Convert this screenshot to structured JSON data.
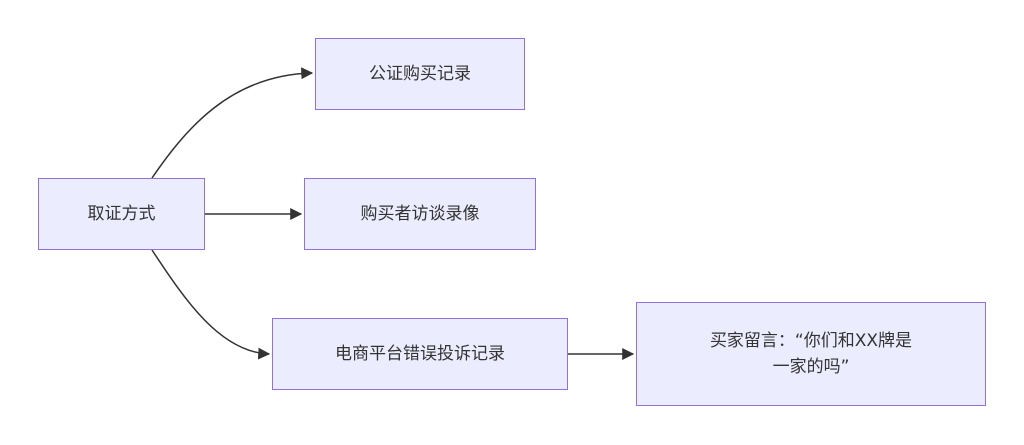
{
  "diagram": {
    "nodes": {
      "root": "取证方式",
      "a": "公证购买记录",
      "b": "购买者访谈录像",
      "c": "电商平台错误投诉记录",
      "d": "买家留言：“你们和XX牌是\n一家的吗”"
    },
    "edges": [
      {
        "from": "root",
        "to": "a"
      },
      {
        "from": "root",
        "to": "b"
      },
      {
        "from": "root",
        "to": "c"
      },
      {
        "from": "c",
        "to": "d"
      }
    ],
    "colors": {
      "node_fill": "#ececff",
      "node_border": "#9370db",
      "edge": "#333333",
      "text": "#333333"
    }
  }
}
